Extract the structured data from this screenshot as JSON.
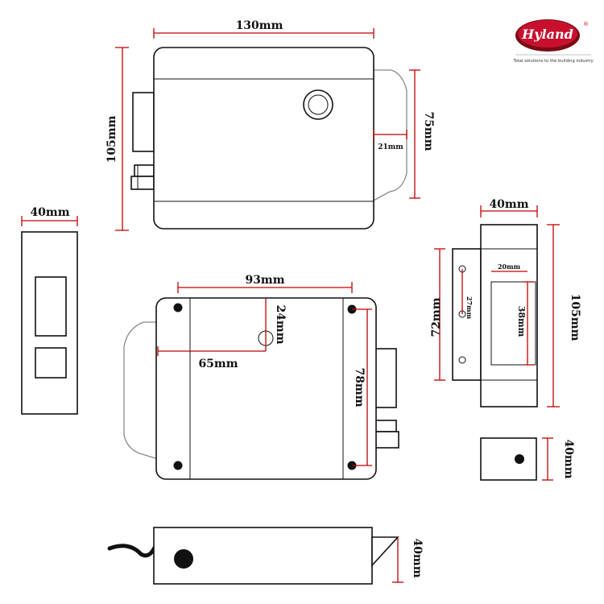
{
  "brand": {
    "name": "Hyland",
    "registered": "®",
    "tagline": "Total solutions to the building industry",
    "accent_color": "#c8102e"
  },
  "dimensions": {
    "top_width": "130mm",
    "top_height": "105mm",
    "top_right_height": "75mm",
    "top_depth": "21mm",
    "plate_width": "40mm",
    "back_width": "93mm",
    "back_offset": "65mm",
    "back_knob": "24mm",
    "back_height": "78mm",
    "strike_width": "40mm",
    "strike_inner_width": "20mm",
    "strike_inner_small": "27mm",
    "strike_inner_height": "38mm",
    "strike_hole_span": "72mm",
    "strike_height": "105mm",
    "end_height": "40mm",
    "bottom_height": "40mm"
  },
  "colors": {
    "dimension_line": "#c00000",
    "outline": "#111111"
  }
}
